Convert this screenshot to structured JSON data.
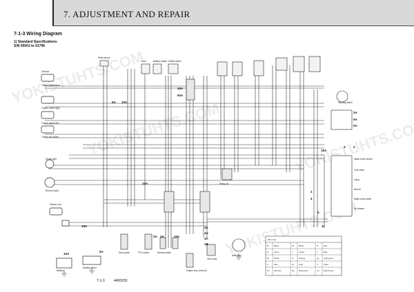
{
  "header": {
    "title": "7. ADJUSTMENT AND REPAIR"
  },
  "section": {
    "title": "7-1-3  Wiring Diagram",
    "spec_heading": "1)  Standard Specifications",
    "serial_range": "S/N 00501 to 01796"
  },
  "footer": {
    "page_number": "7-1-3",
    "doc_code": "4400203"
  },
  "diagram": {
    "components": {
      "wind_sensor": "Wind sensor",
      "horn": "Horn",
      "battery_switch": "Battery switch",
      "safety_switch": "Safety switch",
      "outdoor_unit": "Outdoor",
      "tractor_switch_front": "Tractor switch front",
      "tractor_switch_light": "Tractor switch light",
      "tractor_switch_left": "Tractor switch left",
      "tractor_fan_switch": "Tractor fan switch",
      "stroke_light": "Stroke light",
      "reverse_light": "Reverse light",
      "flasher_unit": "Flasher unit",
      "starting_switch": "Starting switch",
      "water_temp_sensor": "Water temp sensor",
      "fuel_meter": "Fuel meter",
      "lamp": "Lamp",
      "buzzer": "Buzzer",
      "water_temp_meter": "Water temp meter",
      "air_cleaner": "Air cleaner",
      "battery": "Battery",
      "starting_motor": "Starting motor",
      "glow_plug": "Glow plug",
      "alternator": "Alternator",
      "seat_switch": "Seat switch",
      "pto_switch": "PTO switch",
      "neutral_switch": "Neutral switch",
      "engine_stop_solenoid": "Engine stop solenoid",
      "relay_cut": "Relay cut"
    },
    "fuse_labels": [
      "30A",
      "60A",
      "5A",
      "10A",
      "15A",
      "10A",
      "3A",
      "5A",
      "5A",
      "15A",
      "3A",
      "3A",
      "10A",
      "4A",
      "4A",
      "4A",
      "5A",
      "10A",
      "1B"
    ],
    "small_numbers": [
      "1",
      "2",
      "3",
      "4",
      "5",
      "11"
    ],
    "legend": {
      "title": "Wire color",
      "rows": [
        [
          "B",
          "Black",
          "W",
          "White",
          "R",
          "Red"
        ],
        [
          "G",
          "Green",
          "Y",
          "Yellow",
          "L",
          "Blue"
        ],
        [
          "Br",
          "Brown",
          "O",
          "Orange",
          "Lg",
          "Light green"
        ],
        [
          "P",
          "Pink",
          "Gr",
          "Gray",
          "V",
          "Violet"
        ],
        [
          "Sb",
          "Sky blue",
          "Dg",
          "Dark green",
          "Ch",
          "Dark brown"
        ]
      ]
    },
    "watermark": "YOKISTUHTS.COM"
  }
}
